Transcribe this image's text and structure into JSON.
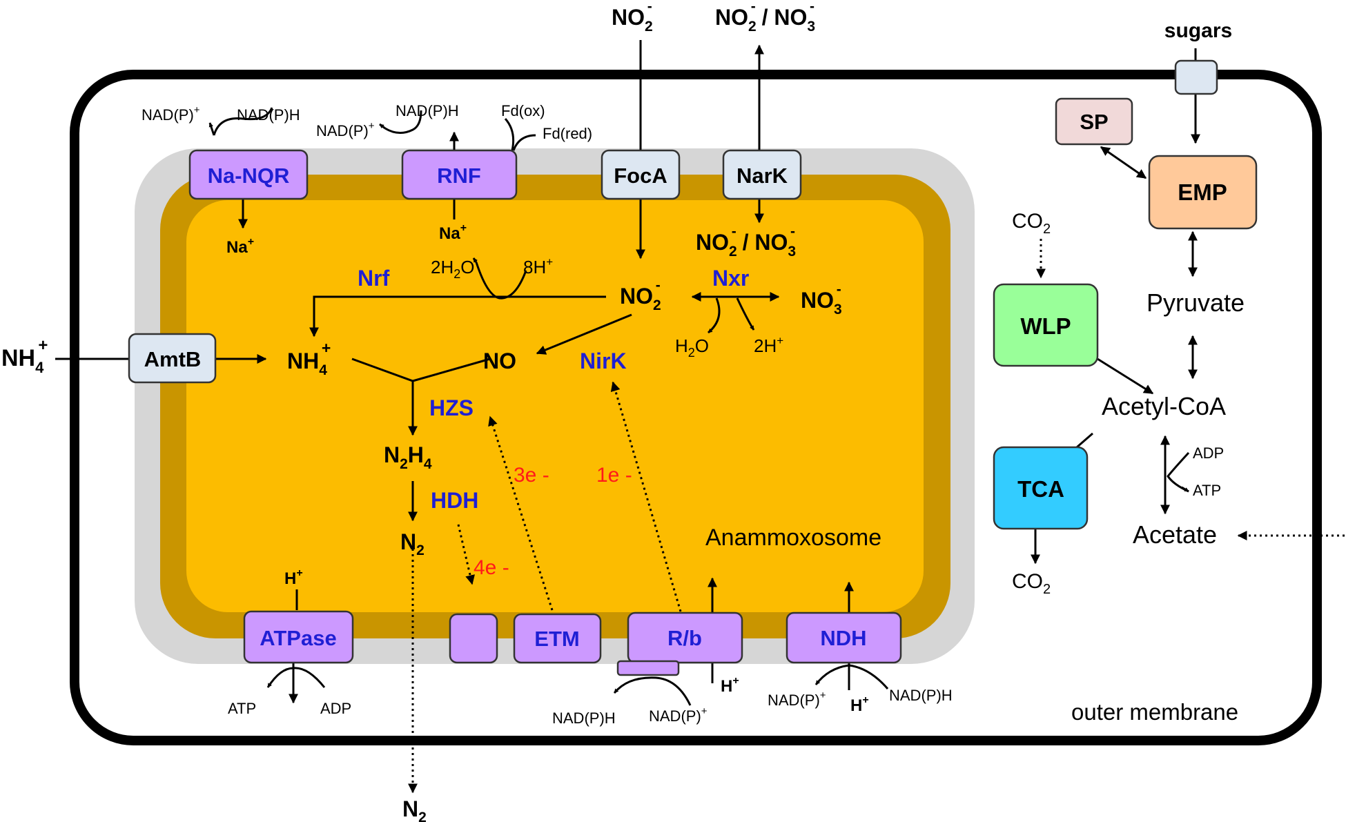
{
  "external": {
    "top_left": [
      "NO",
      "2",
      "-"
    ],
    "top_right": [
      "NO",
      "2",
      "-",
      " / NO",
      "3",
      "-"
    ],
    "sugars": "sugars",
    "nh4_outside": [
      "NH",
      "4",
      "+"
    ],
    "n2_bottom": [
      "N",
      "2"
    ]
  },
  "compartments": {
    "anammoxosome": "Anammoxosome",
    "outer_membrane": "outer membrane"
  },
  "transporters": {
    "foca": "FocA",
    "nark": "NarK",
    "amtb": "AmtB"
  },
  "membrane_complexes": {
    "na_nqr": "Na-NQR",
    "rnf": "RNF",
    "atpase": "ATPase",
    "etm": "ETM",
    "rb": "R/b",
    "ndh": "NDH"
  },
  "cofactors": {
    "nadp_plus": [
      "NAD(P)",
      "+"
    ],
    "nadph": "NAD(P)H",
    "fd_ox": "Fd(ox)",
    "fd_red": "Fd(red)",
    "na_plus": [
      "Na",
      "+"
    ],
    "h_plus": [
      "H",
      "+"
    ],
    "atp": "ATP",
    "adp": "ADP"
  },
  "anammox": {
    "nrf": "Nrf",
    "nxr": "Nxr",
    "nirk": "NirK",
    "hzs": "HZS",
    "hdh": "HDH",
    "no2_inner": [
      "NO",
      "2",
      "-"
    ],
    "no2_no3_inner": [
      "NO",
      "2",
      "-",
      " / NO",
      "3",
      "-"
    ],
    "no3_inner": [
      "NO",
      "3",
      "-"
    ],
    "nh4_inner": [
      "NH",
      "4",
      "+"
    ],
    "no": "NO",
    "n2h4": [
      "N",
      "2",
      "H",
      "4"
    ],
    "n2_inner": [
      "N",
      "2"
    ],
    "two_h2o": [
      "2H",
      "2",
      "O"
    ],
    "eight_h": [
      "8H",
      "+"
    ],
    "h2o": [
      "H",
      "2",
      "O"
    ],
    "two_h": [
      "2H",
      "+"
    ],
    "e3": "3e -",
    "e1": "1e -",
    "e4": "4e -"
  },
  "metabolism": {
    "sp": "SP",
    "emp": "EMP",
    "wlp": "WLP",
    "tca": "TCA",
    "co2": [
      "CO",
      "2"
    ],
    "pyruvate": "Pyruvate",
    "acetyl_coa": "Acetyl-CoA",
    "acetate": "Acetate"
  },
  "colors": {
    "anammoxosome_fill": "#fcbc00",
    "anammoxosome_rim": "#c99500",
    "periplasm": "#d6d6d6",
    "complex_purple": "#cc99ff",
    "transporter_blue": "#dde7f2",
    "sp_pink": "#f1d9d9",
    "emp_orange": "#ffc99a",
    "wlp_green": "#99ff99",
    "tca_cyan": "#33ccff",
    "enzyme_text": "#1f1fd4",
    "electron_text": "#ff1a1a"
  }
}
